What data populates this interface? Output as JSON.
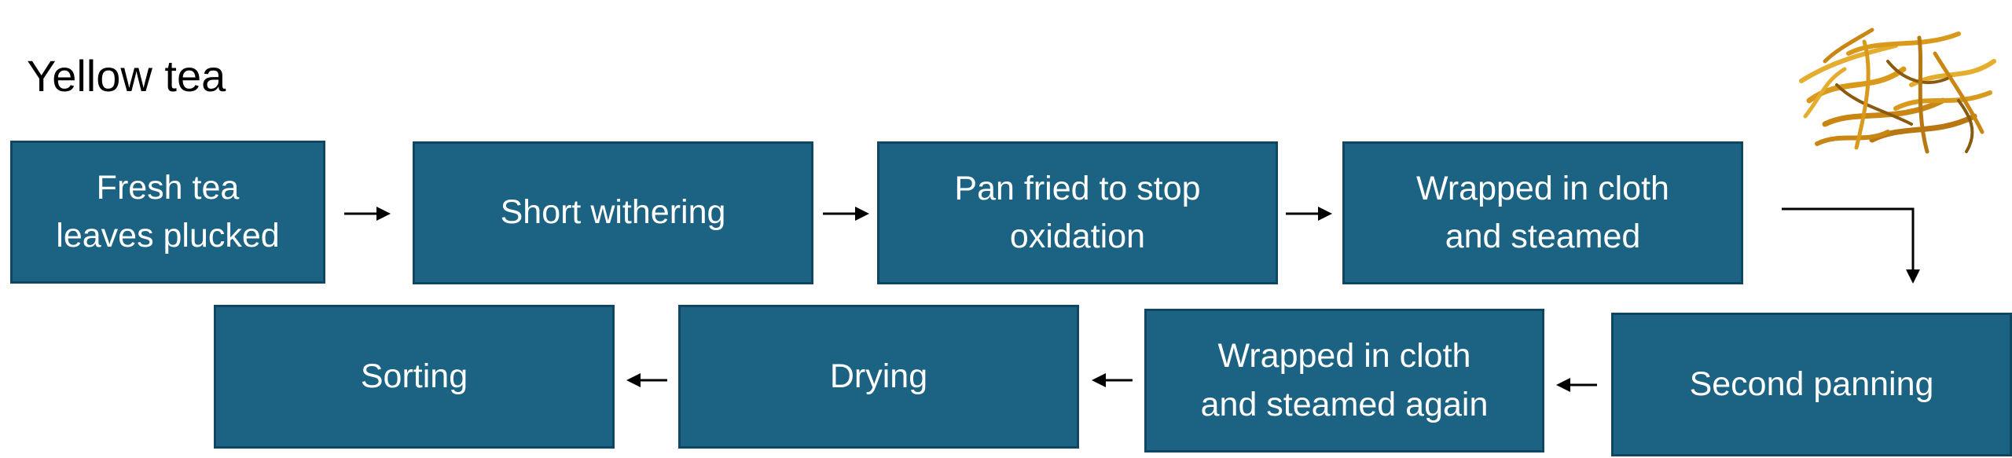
{
  "title": "Yellow tea",
  "steps": [
    {
      "id": "s1",
      "lines": [
        "Fresh tea",
        "leaves plucked"
      ]
    },
    {
      "id": "s2",
      "lines": [
        "Short withering"
      ]
    },
    {
      "id": "s3",
      "lines": [
        "Pan fried to stop",
        "oxidation"
      ]
    },
    {
      "id": "s4",
      "lines": [
        "Wrapped in cloth",
        "and steamed"
      ]
    },
    {
      "id": "s5",
      "lines": [
        "Second panning"
      ]
    },
    {
      "id": "s6",
      "lines": [
        "Wrapped in cloth",
        "and steamed again"
      ]
    },
    {
      "id": "s7",
      "lines": [
        "Drying"
      ]
    },
    {
      "id": "s8",
      "lines": [
        "Sorting"
      ]
    }
  ],
  "colors": {
    "box_fill": "#1b6283",
    "box_border": "#0f4763",
    "box_text": "#ffffff",
    "arrow": "#000000",
    "tea_leaf_gold": "#d99a1c",
    "tea_leaf_dark": "#8a5a10"
  },
  "image": {
    "subject": "dried yellow tea leaves"
  }
}
